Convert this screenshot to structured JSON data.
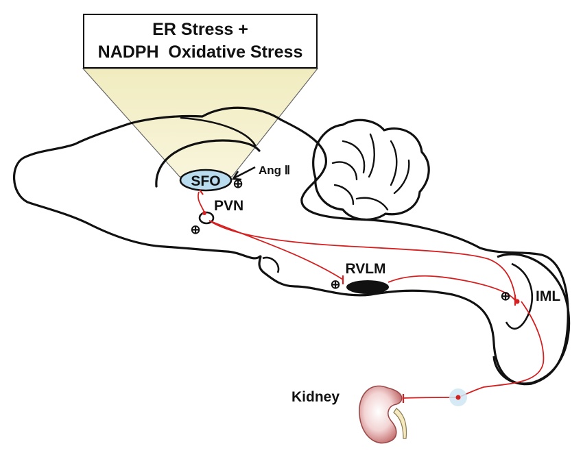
{
  "callout": {
    "line1": "ER Stress +",
    "line2": "NADPH  Oxidative Stress"
  },
  "labels": {
    "sfo": "SFO",
    "ang2": "Ang Ⅱ",
    "pvn": "PVN",
    "rvlm": "RVLM",
    "iml": "IML",
    "kidney": "Kidney",
    "plus": "⊕"
  },
  "colors": {
    "outline": "#111111",
    "pathway": "#d42020",
    "sfo_fill": "#b9dcee",
    "cone_fill": "#f4f0c4",
    "ganglion_fill": "#cfe6f3",
    "kidney_fill": "#d98a8a"
  }
}
